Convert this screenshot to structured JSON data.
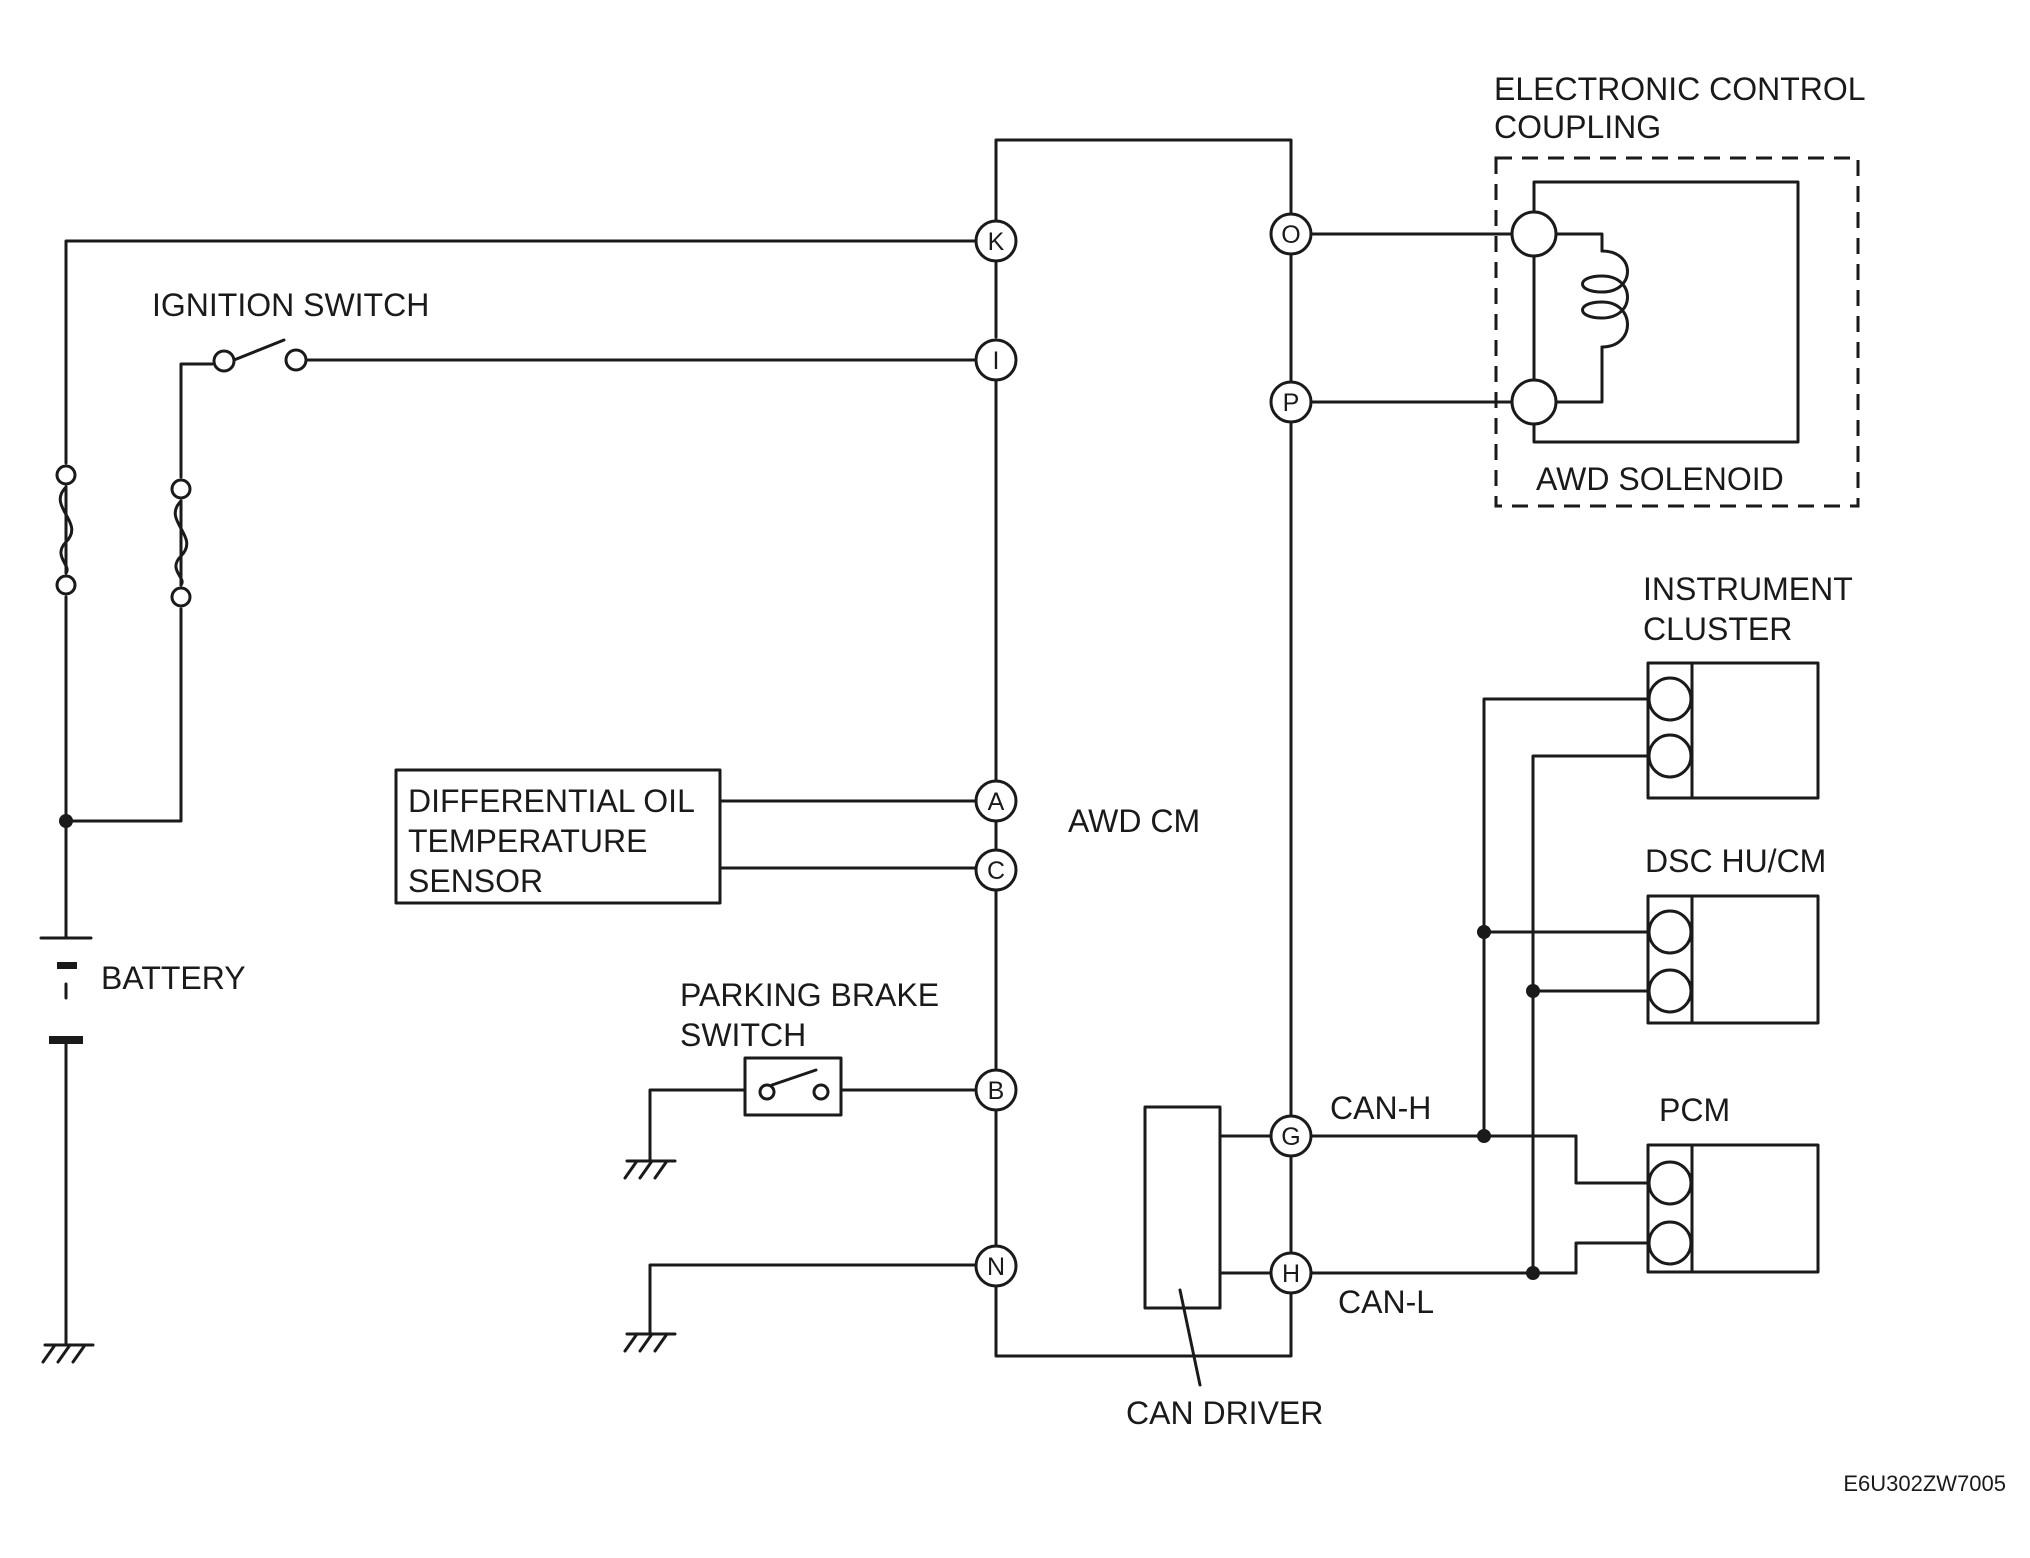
{
  "labels": {
    "ecc_line1": "ELECTRONIC CONTROL",
    "ecc_line2": "COUPLING",
    "awd_solenoid": "AWD SOLENOID",
    "ignition_switch": "IGNITION SWITCH",
    "awd_cm": "AWD CM",
    "diff_line1": "DIFFERENTIAL OIL",
    "diff_line2": "TEMPERATURE",
    "diff_line3": "SENSOR",
    "battery": "BATTERY",
    "pbs_line1": "PARKING BRAKE",
    "pbs_line2": "SWITCH",
    "instrument_line1": "INSTRUMENT",
    "instrument_line2": "CLUSTER",
    "dsc": "DSC HU/CM",
    "pcm": "PCM",
    "can_h": "CAN-H",
    "can_l": "CAN-L",
    "can_driver": "CAN DRIVER",
    "figure_code": "E6U302ZW7005"
  },
  "terminals": {
    "k": "K",
    "i": "I",
    "a": "A",
    "c": "C",
    "b": "B",
    "n": "N",
    "o": "O",
    "p": "P",
    "g": "G",
    "h": "H"
  }
}
